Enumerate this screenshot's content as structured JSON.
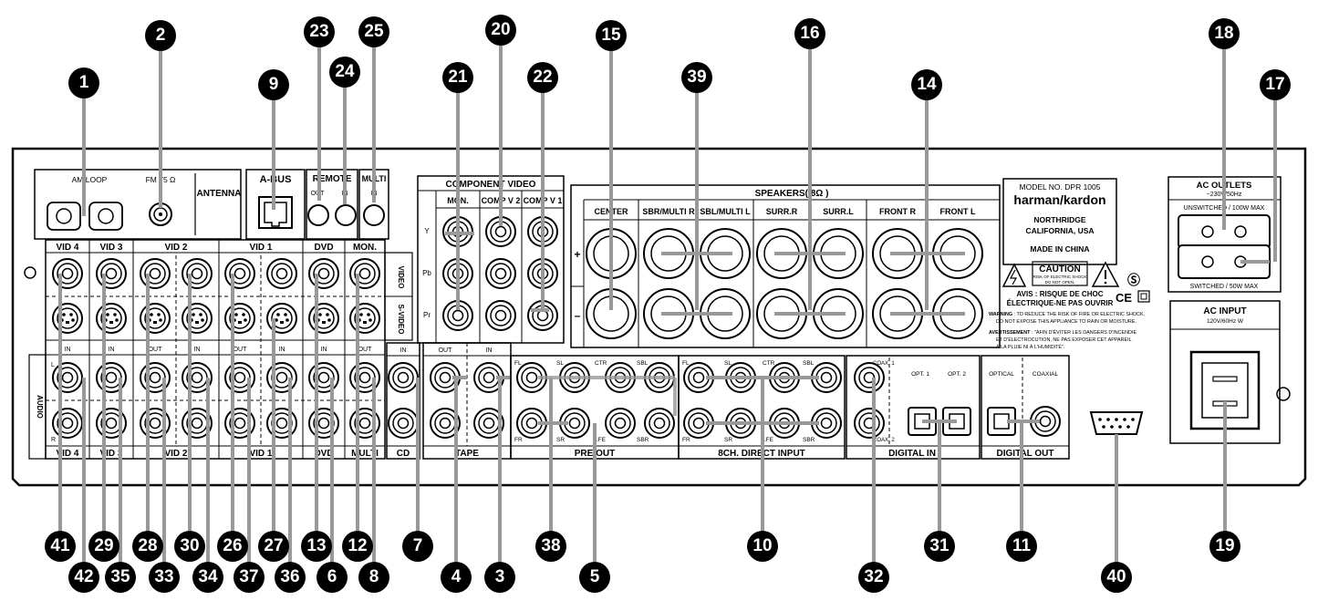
{
  "callouts": [
    "1",
    "2",
    "23",
    "25",
    "20",
    "15",
    "16",
    "18",
    "9",
    "24",
    "21",
    "22",
    "39",
    "14",
    "17",
    "41",
    "29",
    "28",
    "30",
    "26",
    "27",
    "13",
    "12",
    "42",
    "35",
    "33",
    "34",
    "37",
    "36",
    "6",
    "8",
    "7",
    "4",
    "3",
    "38",
    "5",
    "10",
    "32",
    "31",
    "11",
    "40",
    "19"
  ],
  "antenna": {
    "am_loop": "AM LOOP",
    "fm": "FM 75 Ω",
    "title": "ANTENNA"
  },
  "abus": "A-BUS",
  "remote": {
    "title": "REMOTE",
    "out": "OUT",
    "in": "IN"
  },
  "multi": {
    "title": "MULTI",
    "in": "IN"
  },
  "component_video": {
    "title": "COMPONENT VIDEO",
    "cols": [
      "MON.",
      "COMP V 2",
      "COMP V 1"
    ],
    "rows": [
      "Y",
      "Pb",
      "Pr"
    ]
  },
  "speakers": {
    "title": "SPEAKERS( 8Ω )",
    "cols": [
      "CENTER",
      "SBR/MULTI R",
      "SBL/MULTI L",
      "SURR.R",
      "SURR.L",
      "FRONT R",
      "FRONT L"
    ],
    "plus": "+",
    "minus": "–"
  },
  "model": {
    "line1": "MODEL NO. DPR 1005",
    "brand": "harman/kardon",
    "line3": "NORTHRIDGE",
    "line4": "CALIFORNIA, USA",
    "line5": "MADE IN CHINA"
  },
  "caution": {
    "title": "CAUTION",
    "sub1": "RISK OF ELECTRIC SHOCK",
    "sub2": "DO NOT OPEN.",
    "avis1": "AVIS : RISQUE DE CHOC",
    "avis2": "ÉLECTRIQUE-NE PAS OUVRIR",
    "warn_label": "WARNING",
    "warn1": ": TO REDUCE THE RISK OF FIRE OR ELECTRIC SHOCK,",
    "warn2": "DO NOT EXPOSE THIS APPLIANCE TO RAIN OR MOISTURE.",
    "avert_label": "AVERTISSEMENT",
    "avert1": ": \"AFIN D'ÉVITER LES DANGERS D'INCENDIE",
    "avert2": "ET D'ÉLECTROCUTION, NE PAS EXPOSER CET APPAREIL",
    "avert3": "À LA PLUIE NI À L'HUMIDITÉ\"."
  },
  "ac_outlets": {
    "title": "AC OUTLETS",
    "sub": "~230V/50Hz",
    "unswitched": "UNSWITCHED / 100W MAX",
    "switched": "SWITCHED / 50W MAX"
  },
  "ac_input": {
    "title": "AC INPUT",
    "sub": "120V/60Hz     W"
  },
  "video_groups": {
    "vid4": "VID 4",
    "vid3": "VID 3",
    "vid2": "VID 2",
    "vid1": "VID 1",
    "dvd": "DVD",
    "mon": "MON.",
    "video": "VIDEO",
    "svideo": "S-VIDEO",
    "audio": "AUDIO",
    "in": "IN",
    "out": "OUT",
    "l": "L",
    "r": "R",
    "multi": "MULTI"
  },
  "cd": "CD",
  "tape": {
    "title": "TAPE",
    "out": "OUT",
    "in": "IN"
  },
  "preout": {
    "title": "PRE OUT",
    "fl": "FL",
    "sl": "SL",
    "ctr": "CTR",
    "sbl": "SBL",
    "fr": "FR",
    "sr": "SR",
    "lfe": "LFE",
    "sbr": "SBR"
  },
  "direct": {
    "title": "8CH. DIRECT INPUT"
  },
  "digital_in": {
    "title": "DIGITAL IN",
    "coax1": "COAX. 1",
    "coax2": "COAX. 2",
    "opt1": "OPT. 1",
    "opt2": "OPT. 2"
  },
  "digital_out": {
    "title": "DIGITAL OUT",
    "optical": "OPTICAL",
    "coaxial": "COAXIAL"
  }
}
